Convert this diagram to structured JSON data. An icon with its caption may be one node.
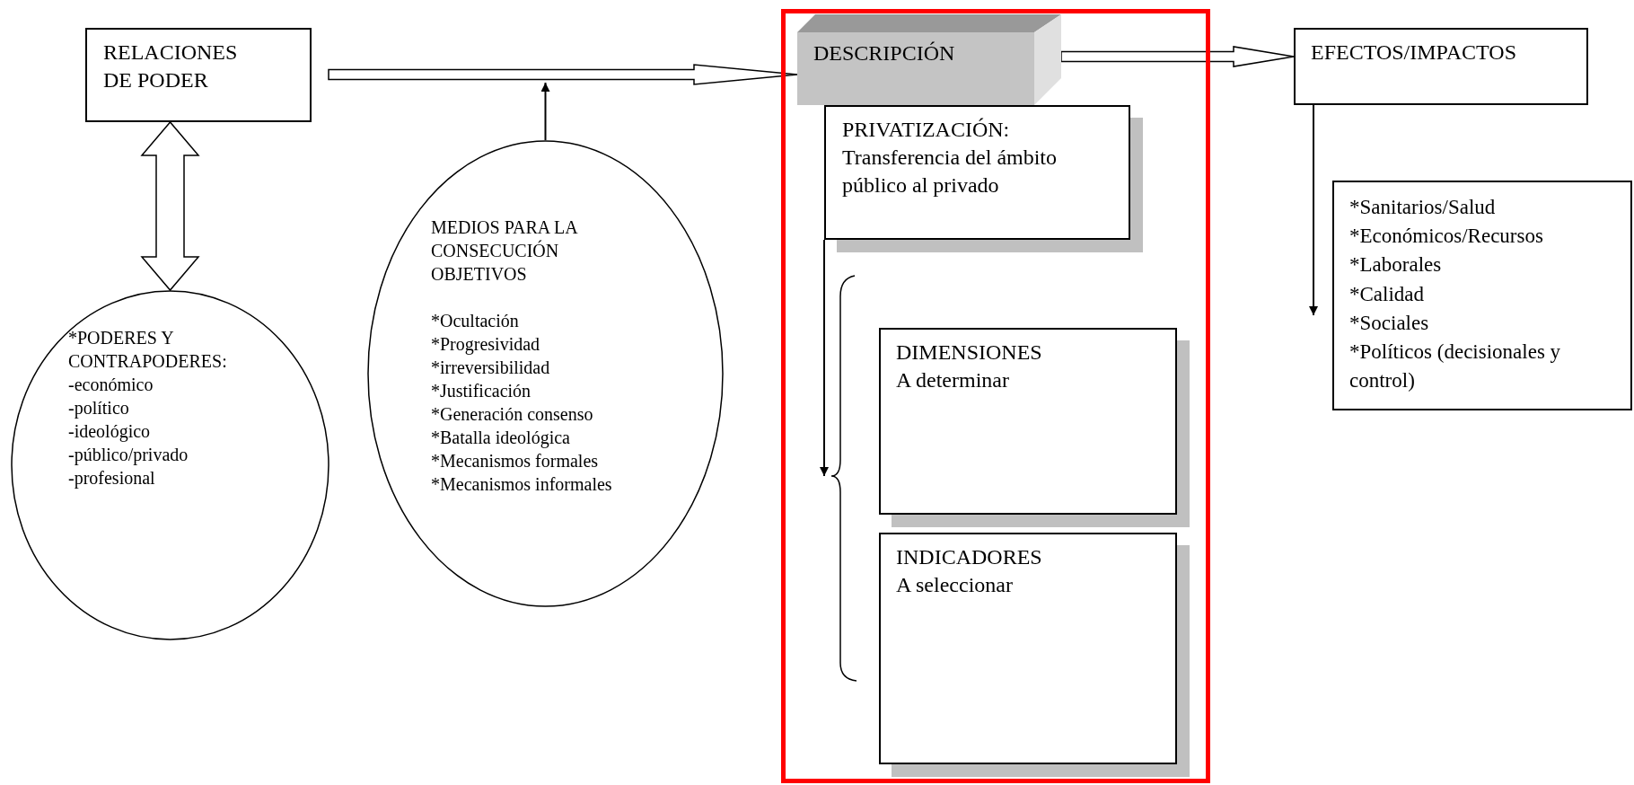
{
  "diagram": {
    "nodes": [
      {
        "text": [
          "RELACIONES DE PODER"
        ]
      },
      {
        "text": [
          "*PODERES Y CONTRAPODERES:",
          "-económico",
          "-político",
          "-ideológico",
          "-público/privado",
          "-profesional"
        ]
      },
      {
        "text": [
          "MEDIOS PARA LA CONSECUCIÓN OBJETIVOS",
          "*Ocultación",
          "*Progresividad",
          "*irreversibilidad",
          "*Justificación",
          "*Generación consenso",
          "*Batalla ideológica",
          "*Mecanismos formales",
          "*Mecanismos informales"
        ]
      },
      {
        "text": [],
        "shape": "box"
      },
      {
        "text": [
          "DESCRIPCIÓN"
        ],
        "in": 3
      },
      {
        "text": [
          "PRIVATIZACIÓN:",
          "Transferencia del ámbito público al privado"
        ],
        "in": 3
      },
      {
        "text": [
          "DIMENSIONES",
          "A determinar"
        ],
        "in": 3
      },
      {
        "text": [
          "INDICADORES",
          "A seleccionar"
        ],
        "in": 3
      },
      {
        "text": [
          "EFECTOS/IMPACTOS"
        ]
      },
      {
        "text": [
          "*Sanitarios/Salud",
          "*Económicos/Recursos",
          "*Laborales",
          "*Calidad",
          "*Sociales",
          "*Políticos (decisionales y control)"
        ]
      },
      {
        "text": [],
        "shape": "brace",
        "in": 3
      }
    ],
    "edges": [
      {
        "from": 0,
        "to": 1,
        "arrow": "both",
        "style": "thick"
      },
      {
        "from": 0,
        "to": 4,
        "arrow": "to",
        "style": "thick"
      },
      {
        "from": 2,
        "to": null,
        "arrow": "to"
      },
      {
        "from": 4,
        "to": 8,
        "arrow": "to",
        "style": "thick"
      },
      {
        "from": 5,
        "to": 10,
        "arrow": "to"
      },
      {
        "from": 8,
        "to": 9,
        "arrow": "to"
      }
    ]
  }
}
